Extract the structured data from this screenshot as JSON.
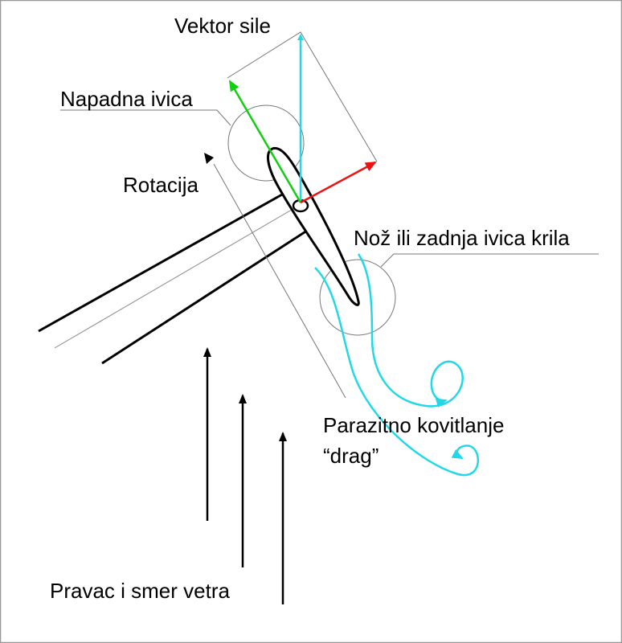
{
  "labels": {
    "force_vector": "Vektor sile",
    "leading_edge": "Napadna ivica",
    "rotation": "Rotacija",
    "trailing_edge": "Nož ili zadnja ivica krila",
    "parasitic_vortex": "Parazitno kovitlanje",
    "drag": "“drag”",
    "wind_direction": "Pravac i smer vetra"
  },
  "colors": {
    "resultant": "#22d8e6",
    "lift": "#10d010",
    "drag_component": "#ee1111",
    "vortex": "#22d8e6",
    "guide": "#777777"
  }
}
